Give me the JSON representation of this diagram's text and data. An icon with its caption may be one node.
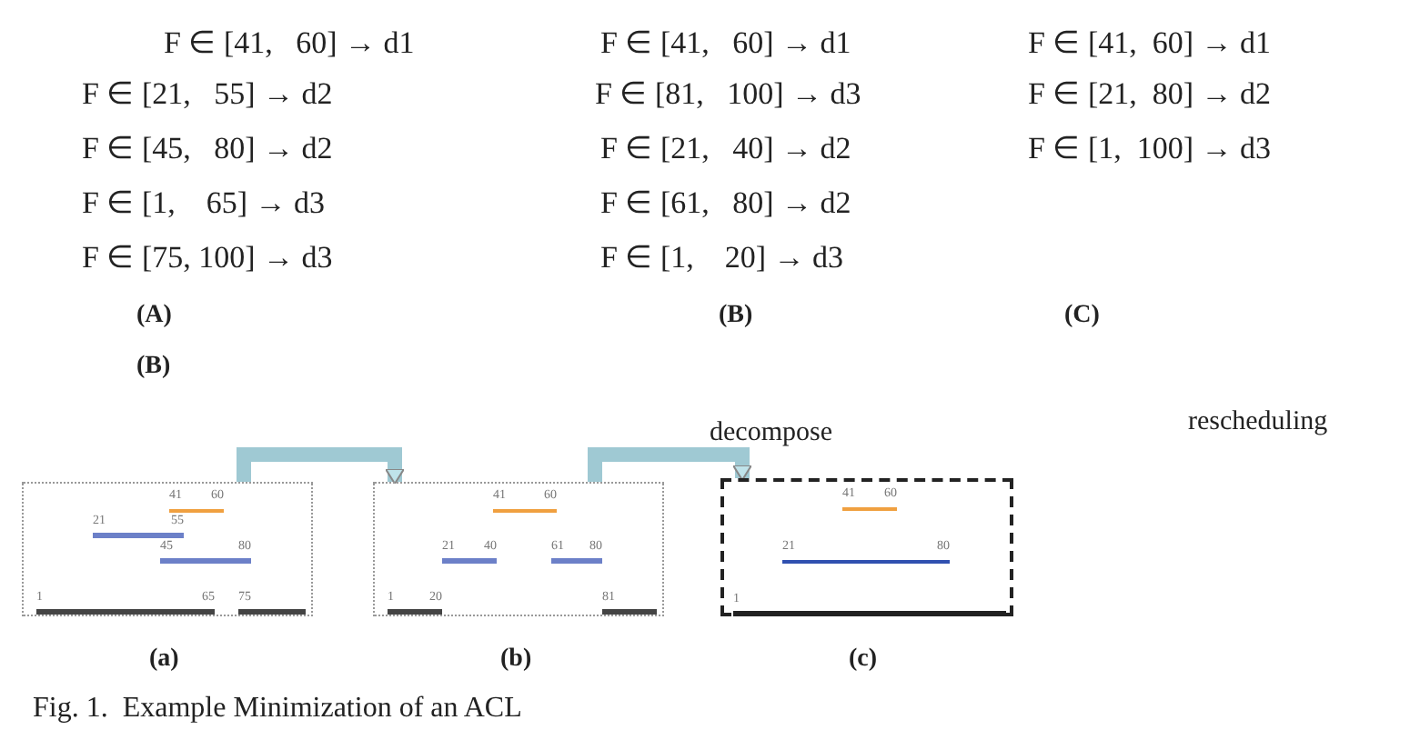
{
  "diagram": {
    "caption": "Fig. 1.  Example Minimization of an ACL",
    "nodes": [
      {
        "text": [],
        "shape": "box",
        "beside": [
          "(a)"
        ]
      },
      {
        "text": [
          "41",
          "60"
        ],
        "in": 0
      },
      {
        "text": [
          "21",
          "55"
        ],
        "in": 0
      },
      {
        "text": [
          "45",
          "80"
        ],
        "in": 0
      },
      {
        "text": [
          "1",
          "65"
        ],
        "in": 0
      },
      {
        "text": [
          "75"
        ],
        "in": 0
      },
      {
        "text": [],
        "shape": "box",
        "beside": [
          "(b)"
        ]
      },
      {
        "text": [
          "41",
          "60"
        ],
        "in": 6
      },
      {
        "text": [
          "21",
          "40"
        ],
        "in": 6
      },
      {
        "text": [
          "61",
          "80"
        ],
        "in": 6
      },
      {
        "text": [
          "1",
          "20"
        ],
        "in": 6
      },
      {
        "text": [
          "81"
        ],
        "in": 6
      },
      {
        "text": [],
        "shape": "box",
        "beside": [
          "(c)"
        ]
      },
      {
        "text": [
          "41",
          "60"
        ],
        "in": 12
      },
      {
        "text": [
          "21",
          "80"
        ],
        "in": 12
      },
      {
        "text": [
          "1"
        ],
        "in": 12
      }
    ],
    "edges": [
      {
        "from": 0,
        "to": 6,
        "arrow": "to"
      },
      {
        "from": 6,
        "to": 12,
        "arrow": "to"
      }
    ],
    "labels": [
      "F ∈ [41,   60] → d1",
      "F ∈ [21,   55] → d2",
      "F ∈ [45,   80] → d2",
      "F ∈ [1,    65] → d3",
      "F ∈ [75, 100] → d3",
      "(A)",
      "(B)",
      "F ∈ [41,   60] → d1",
      "F ∈ [81,   100] → d3",
      "F ∈ [21,   40] → d2",
      "F ∈ [61,   80] → d2",
      "F ∈ [1,    20] → d3",
      "(B)",
      "F ∈ [41,  60] → d1",
      "F ∈ [21,  80] → d2",
      "F ∈ [1,  100] → d3",
      "(C)",
      "decompose",
      "rescheduling"
    ]
  }
}
